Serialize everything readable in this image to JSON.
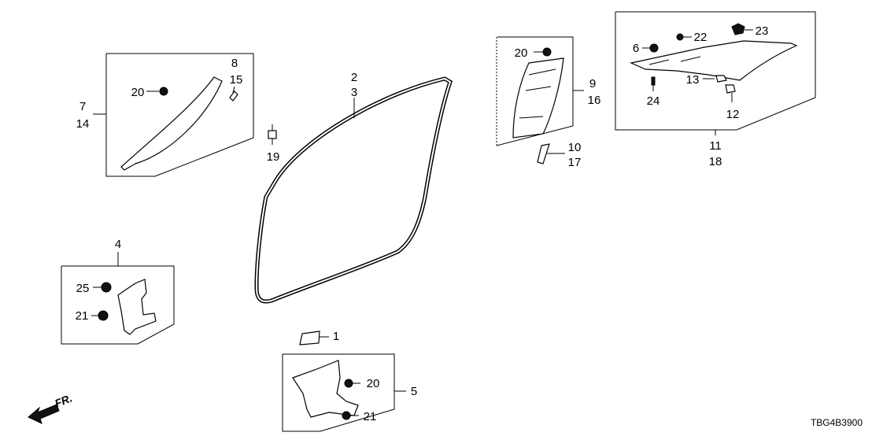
{
  "diagram": {
    "code": "TBG4B3900",
    "direction_label": "FR.",
    "labels": {
      "p1": "1",
      "p2": "2",
      "p3": "3",
      "p4": "4",
      "p5": "5",
      "p6": "6",
      "p7": "7",
      "p8": "8",
      "p9": "9",
      "p10": "10",
      "p11": "11",
      "p12": "12",
      "p13": "13",
      "p14": "14",
      "p15": "15",
      "p16": "16",
      "p17": "17",
      "p18": "18",
      "p19": "19",
      "p20a": "20",
      "p20b": "20",
      "p20c": "20",
      "p21a": "21",
      "p21b": "21",
      "p22": "22",
      "p23": "23",
      "p24": "24",
      "p25": "25"
    }
  }
}
